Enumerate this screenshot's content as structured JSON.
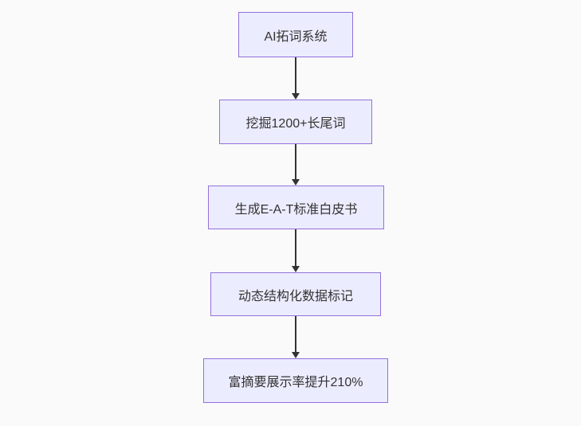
{
  "flowchart": {
    "title": "SEO content pipeline flowchart",
    "nodes": [
      {
        "id": "A",
        "label": "AI拓词系统"
      },
      {
        "id": "B",
        "label": "挖掘1200+长尾词"
      },
      {
        "id": "C",
        "label": "生成E-A-T标准白皮书"
      },
      {
        "id": "D",
        "label": "动态结构化数据标记"
      },
      {
        "id": "E",
        "label": "富摘要展示率提升210%"
      }
    ],
    "edges": [
      {
        "from": "A",
        "to": "B"
      },
      {
        "from": "B",
        "to": "C"
      },
      {
        "from": "C",
        "to": "D"
      },
      {
        "from": "D",
        "to": "E"
      }
    ],
    "colors": {
      "background": "#FAFAFA",
      "node_fill": "#ECECFF",
      "node_border": "#9370DB",
      "text": "#333333",
      "arrow": "#333333"
    }
  }
}
